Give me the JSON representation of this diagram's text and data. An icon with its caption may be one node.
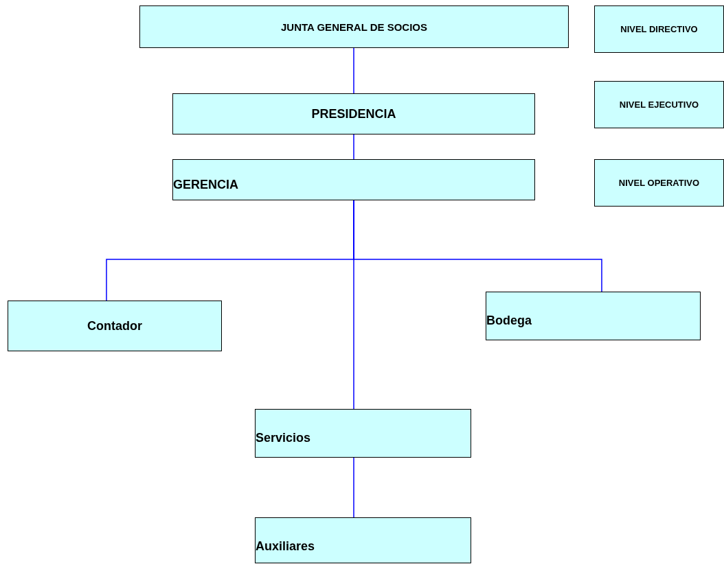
{
  "diagram": {
    "nodes": [
      {
        "text": [
          "JUNTA GENERAL DE SOCIOS"
        ]
      },
      {
        "text": [
          "PRESIDENCIA"
        ]
      },
      {
        "text": [
          "GERENCIA"
        ]
      },
      {
        "text": [
          "NIVEL DIRECTIVO"
        ]
      },
      {
        "text": [
          "NIVEL EJECUTIVO"
        ]
      },
      {
        "text": [
          "NIVEL OPERATIVO"
        ]
      },
      {
        "text": [
          "Contador"
        ]
      },
      {
        "text": [
          "Bodega"
        ]
      },
      {
        "text": [
          "Servicios"
        ]
      },
      {
        "text": [
          "Auxiliares"
        ]
      }
    ],
    "edges": [
      {
        "from": 0,
        "to": 1,
        "arrow": "none"
      },
      {
        "from": 1,
        "to": 2,
        "arrow": "none"
      },
      {
        "from": 2,
        "to": 6,
        "arrow": "none"
      },
      {
        "from": 2,
        "to": 7,
        "arrow": "none"
      },
      {
        "from": 2,
        "to": 8,
        "arrow": "none"
      },
      {
        "from": 8,
        "to": 9,
        "arrow": "none"
      }
    ]
  }
}
